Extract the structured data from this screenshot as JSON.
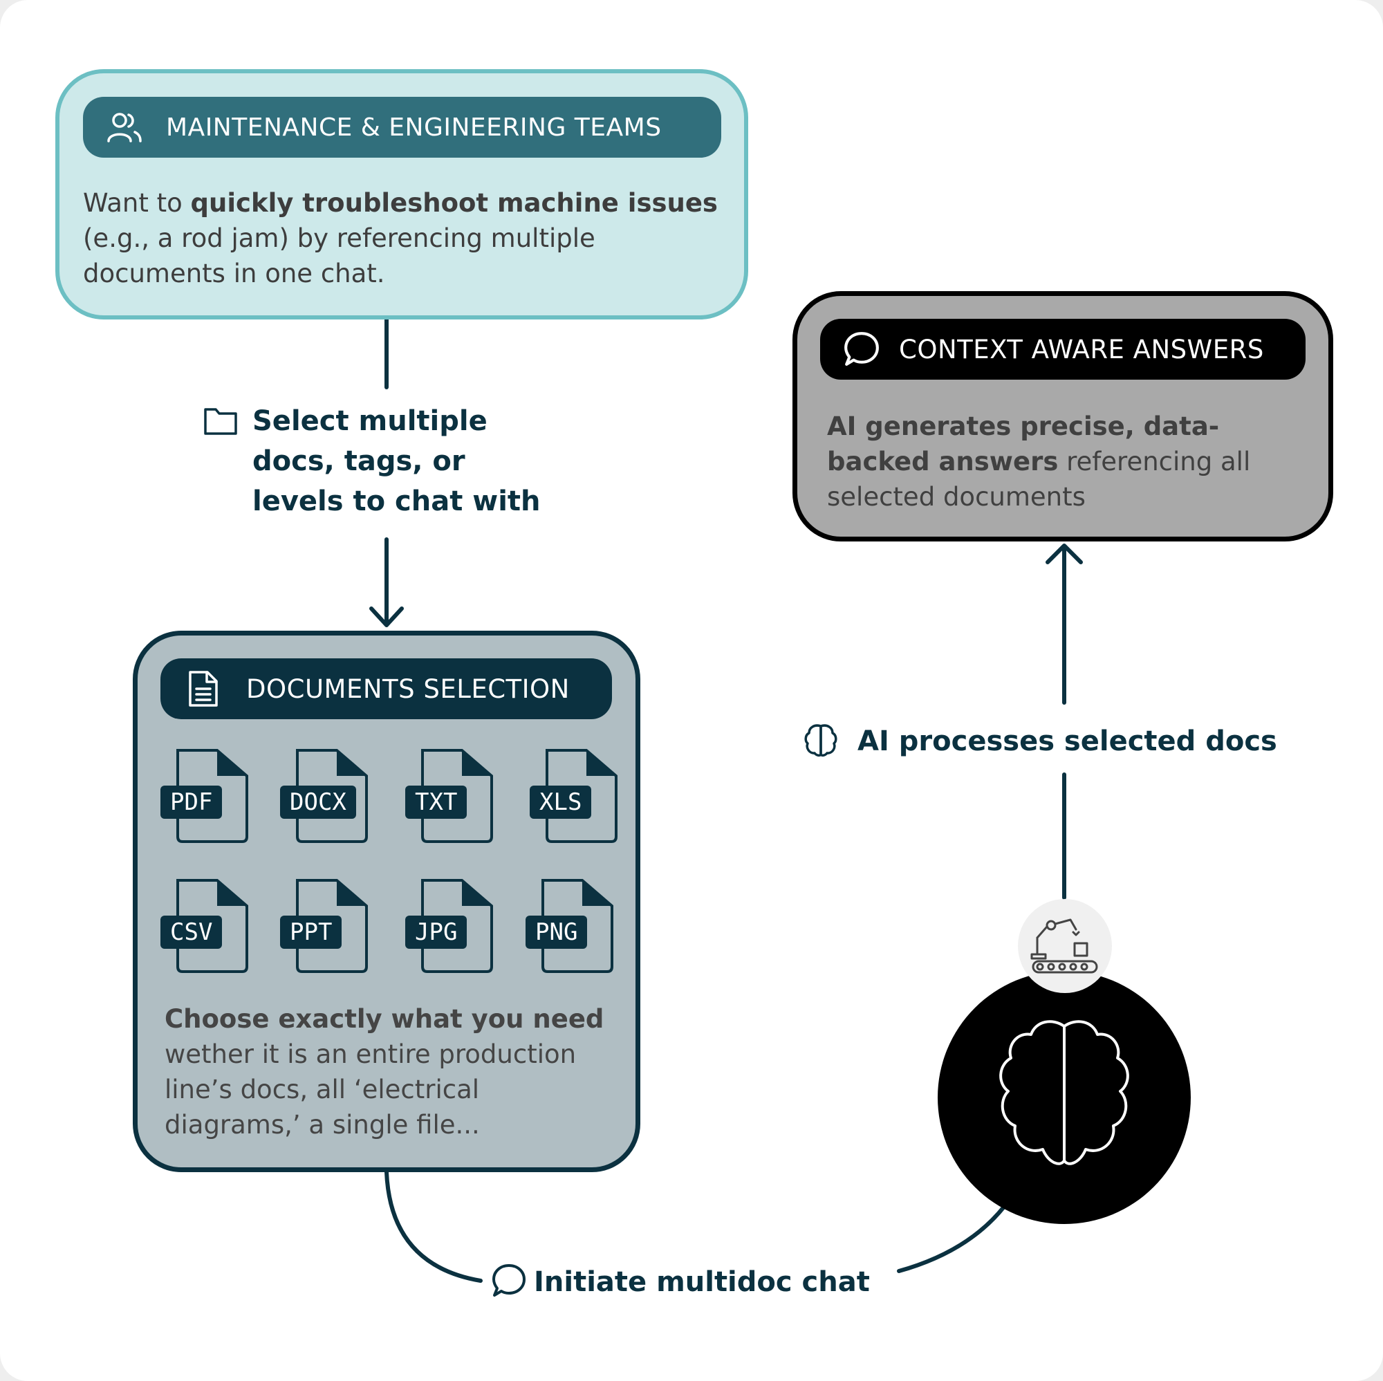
{
  "maintenance": {
    "title": "MAINTENANCE & ENGINEERING TEAMS",
    "text_prefix": "Want to ",
    "text_bold": "quickly troubleshoot machine issues",
    "text_rest": "(e.g., a rod jam) by referencing multiple documents in one chat."
  },
  "select_step": {
    "label": "Select multiple docs, tags, or levels to chat with",
    "icon": "folder-icon"
  },
  "documents": {
    "title": "DOCUMENTS SELECTION",
    "icon": "document-icon",
    "files": [
      "PDF",
      "DOCX",
      "TXT",
      "XLS",
      "CSV",
      "PPT",
      "JPG",
      "PNG"
    ],
    "text_bold": "Choose exactly what you need",
    "text_rest": "wether it is an entire production line’s docs, all ‘electrical diagrams,’ a single file..."
  },
  "initiate_step": {
    "label": "Initiate multidoc chat",
    "icon": "chat-bubble-icon"
  },
  "ai_step": {
    "label": "AI processes selected docs",
    "icon": "brain-icon"
  },
  "answers": {
    "title": "CONTEXT AWARE ANSWERS",
    "icon": "chat-bubble-icon",
    "text_bold": "AI generates precise, data-backed answers",
    "text_rest": " referencing all selected documents"
  },
  "ai_node": {
    "icon": "brain-icon",
    "badge_icon": "robotic-arm-conveyor-icon"
  },
  "colors": {
    "teal_fill": "#cde9ea",
    "teal_border": "#6cbfc3",
    "teal_header": "#316f7c",
    "dark_navy": "#0b3140",
    "doc_fill": "#b0bec3",
    "answers_fill": "#a9a9a9",
    "black": "#000000"
  }
}
